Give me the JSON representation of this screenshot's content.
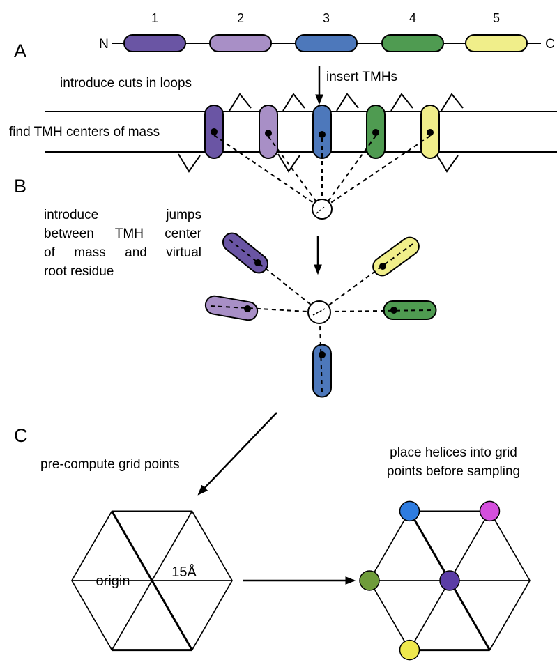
{
  "panel_labels": {
    "a": "A",
    "b": "B",
    "c": "C"
  },
  "sequence": {
    "n_terminus": "N",
    "c_terminus": "C",
    "helices": [
      {
        "num": "1",
        "color": "#6a55a4"
      },
      {
        "num": "2",
        "color": "#a88fc6"
      },
      {
        "num": "3",
        "color": "#4d78bb"
      },
      {
        "num": "4",
        "color": "#4f9b51"
      },
      {
        "num": "5",
        "color": "#f0ee8a"
      }
    ]
  },
  "annotations": {
    "insert_tmhs": "insert TMHs",
    "introduce_cuts": "introduce cuts in loops",
    "find_centers": "find TMH centers of mass",
    "introduce_jumps_lines": [
      "introduce jumps",
      "between TMH center",
      "of mass and virtual",
      "root residue"
    ],
    "precompute_grid": "pre-compute grid points",
    "place_helices_lines": [
      "place helices into grid",
      "points before sampling"
    ],
    "origin": "origin",
    "grid_spacing": "15Å"
  },
  "colors": {
    "origin_label": "#c9397f",
    "grid_dots": [
      {
        "position": "top-left-vertex",
        "color": "#2e7ce0"
      },
      {
        "position": "top-right-vertex",
        "color": "#d44fdd"
      },
      {
        "position": "left-vertex",
        "color": "#6f9c3b"
      },
      {
        "position": "center",
        "color": "#5b3da6"
      },
      {
        "position": "bottom-left-vertex",
        "color": "#efe84e"
      }
    ]
  }
}
